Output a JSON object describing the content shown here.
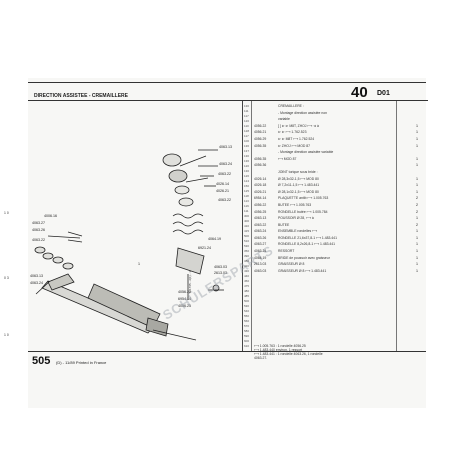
{
  "header": {
    "title_left": "DIRECTION ASSISTEE - CREMAILLERE",
    "section_number": "40",
    "section_code": "D01"
  },
  "watermark": "SCHÜLERSPARTS",
  "left_margin_codes": [
    "1 0",
    "0 3",
    "1 0"
  ],
  "vertical_code": "P.1765 - 2(1) - 1981",
  "diagram_refs": [
    "4063.13",
    "4063.24",
    "4063.22",
    "4026.14",
    "4026.21",
    "4063.22",
    "4006.16",
    "4063.27",
    "4063.26",
    "4063.22",
    "4063.13",
    "4063.24",
    "4064.19",
    "6921.24",
    "1",
    "4063.03",
    "2613.03",
    "4056.22",
    "6954.14",
    "4056.25"
  ],
  "row_numbers": [
    "130",
    "111",
    "117",
    "120",
    "110",
    "128",
    "117",
    "100",
    "136",
    "137",
    "130",
    "136",
    "120",
    "130",
    "126",
    "124",
    "150",
    "125",
    "118",
    "113",
    "119",
    "111",
    "300",
    "400",
    "410",
    "415",
    "500",
    "510",
    "530",
    "350",
    "390",
    "380",
    "420",
    "430",
    "440",
    "450",
    "475",
    "480",
    "485",
    "500",
    "530",
    "540",
    "550",
    "560",
    "570",
    "580",
    "590",
    "600",
    "610"
  ],
  "parts": [
    {
      "ref": "",
      "desc": "CREMAILLERE :",
      "qty": ""
    },
    {
      "ref": "",
      "desc": "- Montage direction assistée non",
      "qty": ""
    },
    {
      "ref": "",
      "desc": "variable",
      "qty": ""
    },
    {
      "ref": "4056.22",
      "desc": "[ ] ⊳ ⊳ M8T, ZHOJ ⟼ ⊲ à",
      "qty": "1"
    },
    {
      "ref": "4056.21",
      "desc": "⊳ ⊳ ⟼ 1.762.523",
      "qty": "1"
    },
    {
      "ref": "4056.29",
      "desc": "⊳ ⊳ M8T ⟼ 1.762.524",
      "qty": "1"
    },
    {
      "ref": "4056.35",
      "desc": "⊳ ZHOJ ⟼ MOD 87",
      "qty": "1"
    },
    {
      "ref": "",
      "desc": "- Montage direction assistée variable",
      "qty": ""
    },
    {
      "ref": "4056.35",
      "desc": "⟼ MOD 87",
      "qty": "1"
    },
    {
      "ref": "4056.36",
      "desc": "",
      "qty": "1"
    },
    {
      "ref": "",
      "desc": "JOINT torique sous bride :",
      "qty": ""
    },
    {
      "ref": "4026.14",
      "desc": "Ø 28,3x32-1,5 ⟼ MOD 80",
      "qty": "1"
    },
    {
      "ref": "4026.18",
      "desc": "Ø 7,2x11-1,5 ⟼ 1.483.441",
      "qty": "1"
    },
    {
      "ref": "4026.21",
      "desc": "Ø 28,1x32-1,5 ⟼ MOD 80",
      "qty": "1"
    },
    {
      "ref": "6954.14",
      "desc": "PLAQUETTE antib ⟼ 1.005.763",
      "qty": "2"
    },
    {
      "ref": "4056.22",
      "desc": "BUTEE ⟼ 1.005.763",
      "qty": "2"
    },
    {
      "ref": "4056.25",
      "desc": "RONDELLE butée ⟼ 1.005.784",
      "qty": "2"
    },
    {
      "ref": "4063.13",
      "desc": "POUSSOIR Ø 28, ⟼ à",
      "qty": "1"
    },
    {
      "ref": "4063.22",
      "desc": "BUTEE",
      "qty": "2"
    },
    {
      "ref": "4063.24",
      "desc": "ENSEMBLE rondelles ⟼",
      "qty": "1"
    },
    {
      "ref": "4063.26",
      "desc": "RONDELLE 21,6x37,8-1 ⟼ 1.483.441",
      "qty": "1"
    },
    {
      "ref": "4063.27",
      "desc": "RONDELLE 8,2x26,8-1 ⟼ 1.483.441",
      "qty": "1"
    },
    {
      "ref": "4063.24",
      "desc": "RESSORT",
      "qty": "1"
    },
    {
      "ref": "4064.19",
      "desc": "BRIDE de poussoir avec graisseur",
      "qty": "1"
    },
    {
      "ref": "2613.03",
      "desc": "GRAISSEUR Ø 8",
      "qty": "1"
    },
    {
      "ref": "4063.03",
      "desc": "GRAISSEUR Ø 8 ⟼ 1.483.441",
      "qty": "1"
    }
  ],
  "footnotes": [
    "⟼ 1.005.763 : 1 rondelle 4056.25",
    "⟼ 1.483.440 environ, 1 ressort",
    "⟼ 1.483.441 : 1 rondelle 4063.26, 1 rondelle",
    "4063.27."
  ],
  "footer": {
    "page": "505",
    "page_sub": "(D) - 11/89 Printed in France"
  }
}
